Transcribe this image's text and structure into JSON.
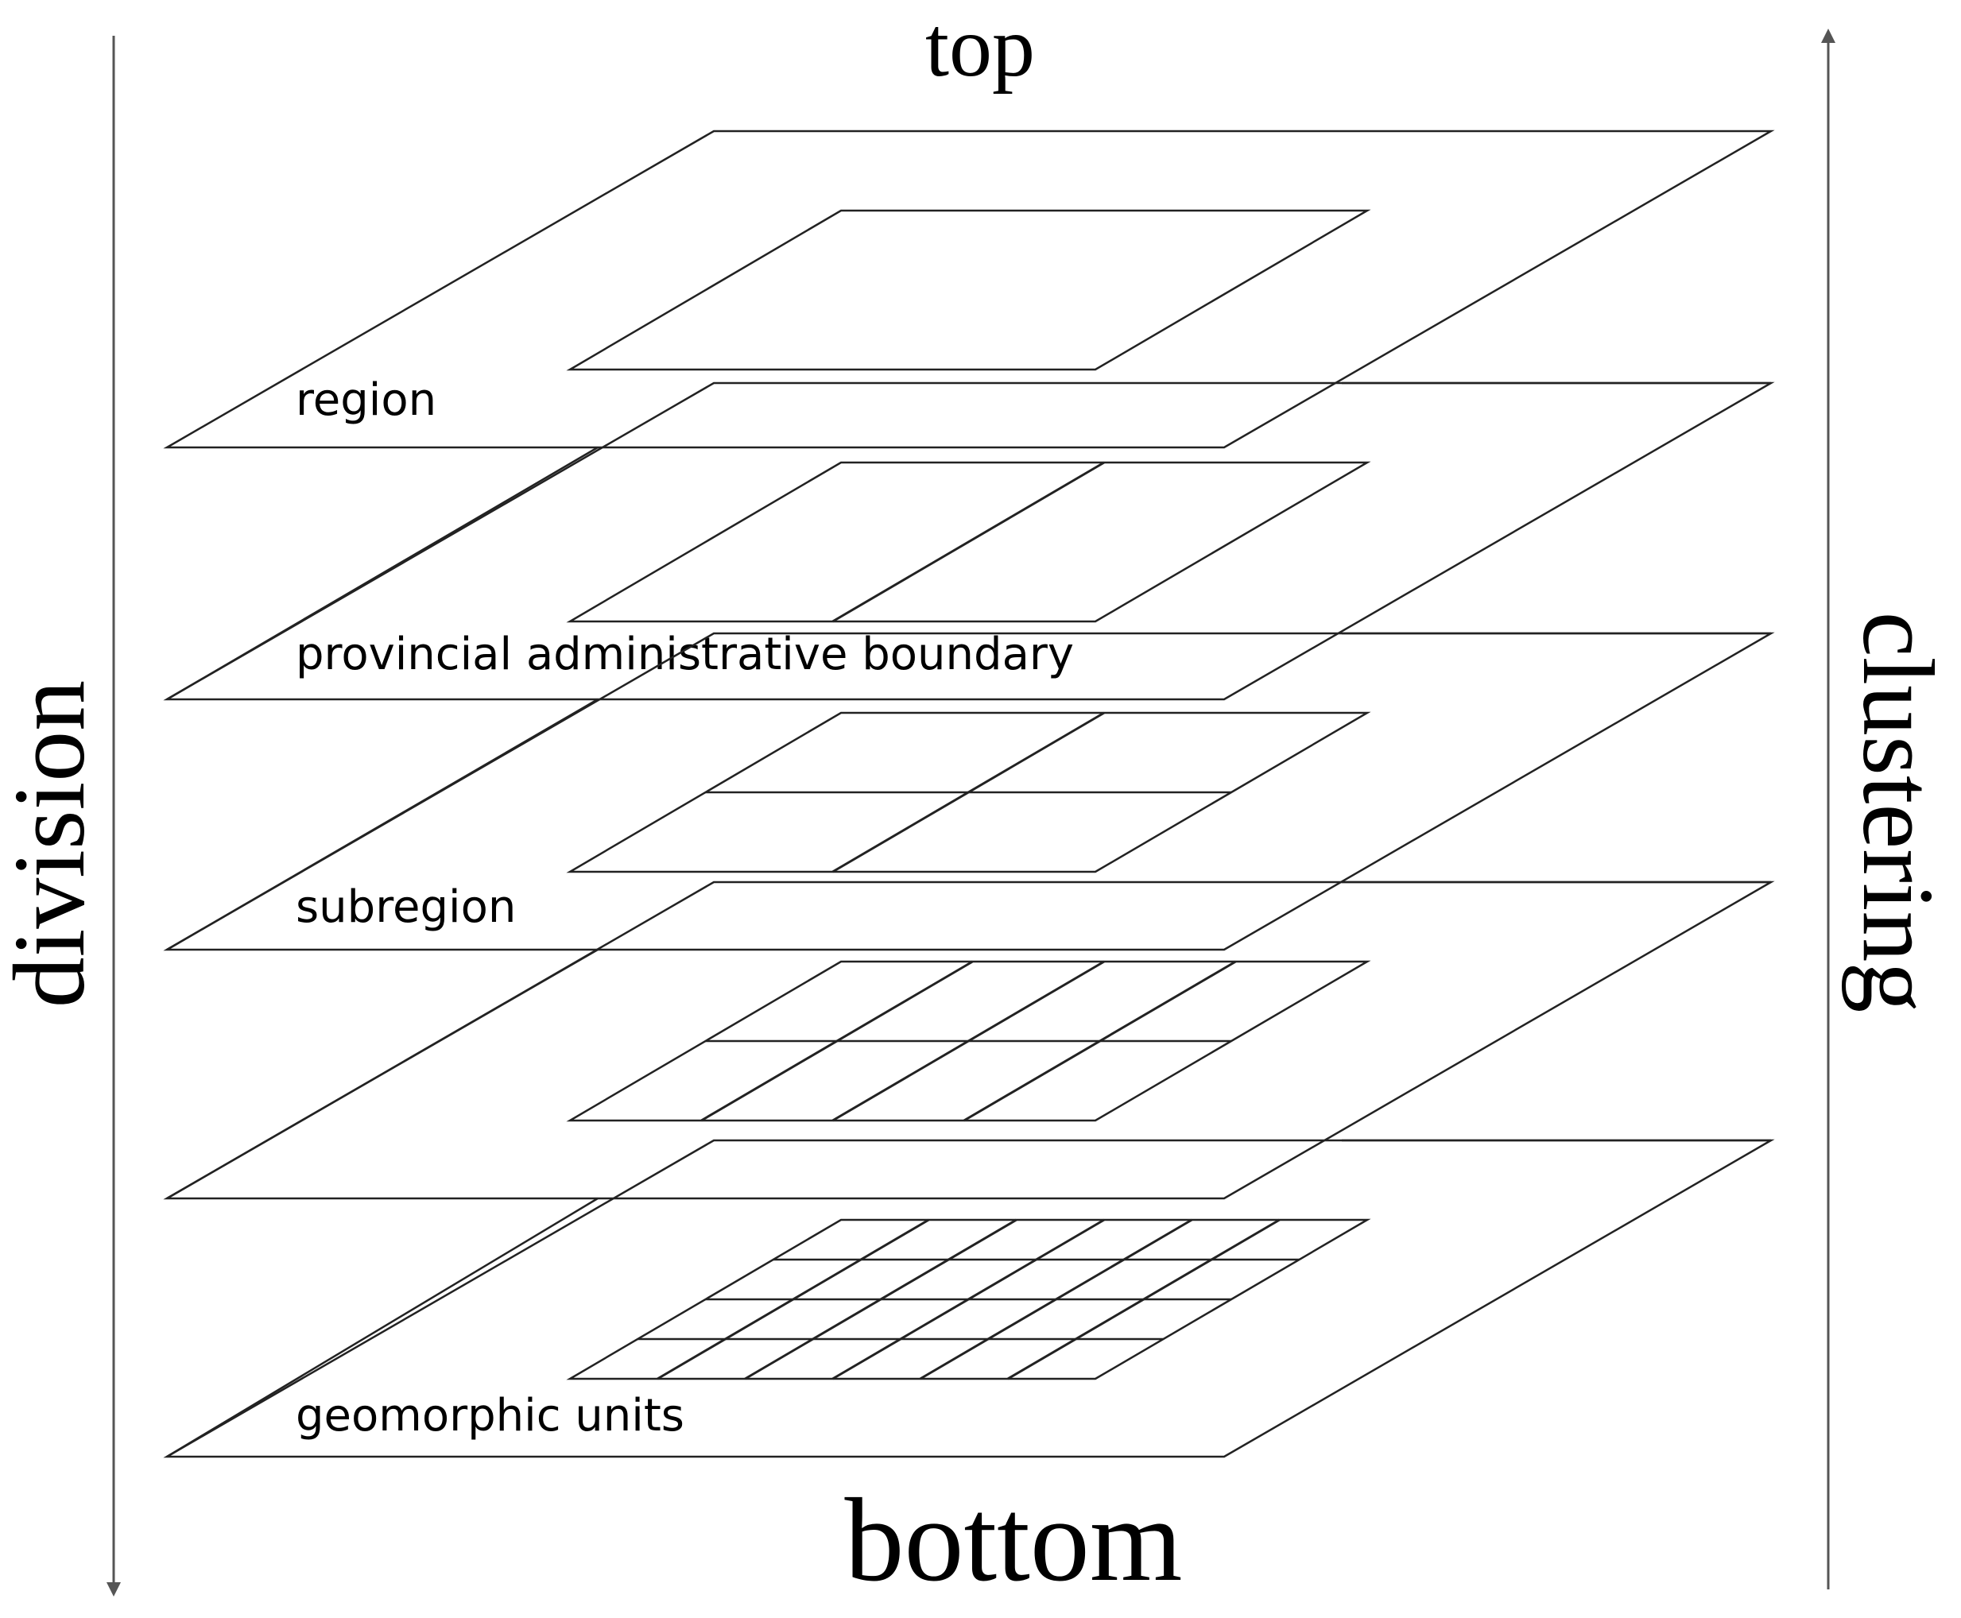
{
  "labels": {
    "top": "top",
    "bottom": "bottom",
    "division": "division",
    "clustering": "clustering"
  },
  "layers": [
    {
      "label": "region",
      "grid_cols": 1,
      "grid_rows": 1
    },
    {
      "label": "provincial administrative boundary",
      "grid_cols": 2,
      "grid_rows": 1
    },
    {
      "label": "subregion",
      "grid_cols": 2,
      "grid_rows": 2
    },
    {
      "label": "",
      "grid_cols": 4,
      "grid_rows": 2
    },
    {
      "label": "geomorphic units",
      "grid_cols": 6,
      "grid_rows": 4
    }
  ],
  "colors": {
    "stroke": "#222222",
    "arrow": "#555555",
    "text": "#000000"
  }
}
